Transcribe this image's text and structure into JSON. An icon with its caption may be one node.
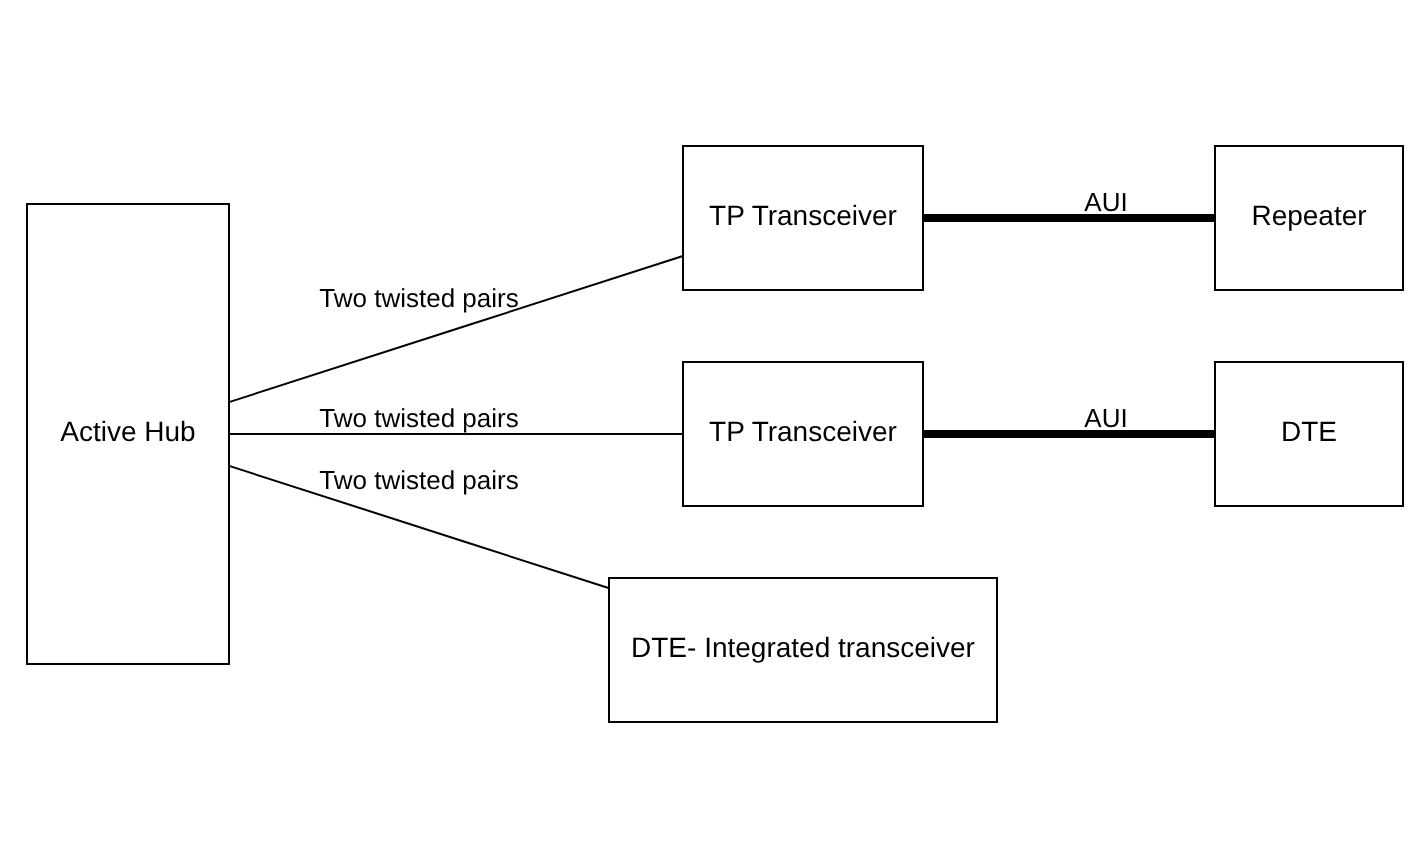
{
  "diagram": {
    "nodes": [
      {
        "text": [
          "Active Hub"
        ]
      },
      {
        "text": [
          "TP Transceiver"
        ]
      },
      {
        "text": [
          "Repeater"
        ]
      },
      {
        "text": [
          "TP Transceiver"
        ]
      },
      {
        "text": [
          "DTE"
        ]
      },
      {
        "text": [
          "DTE- Integrated transceiver"
        ]
      }
    ],
    "edges": [
      {
        "from": 0,
        "to": 1,
        "arrow": "none",
        "label": "Two twisted pairs"
      },
      {
        "from": 1,
        "to": 2,
        "arrow": "none",
        "label": "AUI",
        "style": "thick"
      },
      {
        "from": 0,
        "to": 3,
        "arrow": "none",
        "label": "Two twisted pairs"
      },
      {
        "from": 3,
        "to": 4,
        "arrow": "none",
        "label": "AUI",
        "style": "thick"
      },
      {
        "from": 0,
        "to": 5,
        "arrow": "none",
        "label": "Two twisted pairs"
      }
    ]
  }
}
